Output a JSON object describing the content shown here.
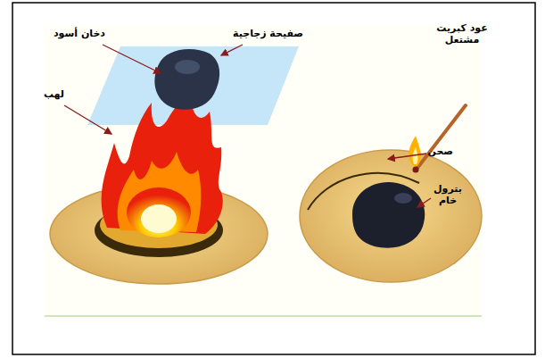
{
  "diagram": {
    "labels": [
      "دخان أسود",
      "صفيحة زجاجية",
      "لهب",
      "عود كبريت مشتعل",
      "صحن",
      "بترول خام"
    ]
  }
}
